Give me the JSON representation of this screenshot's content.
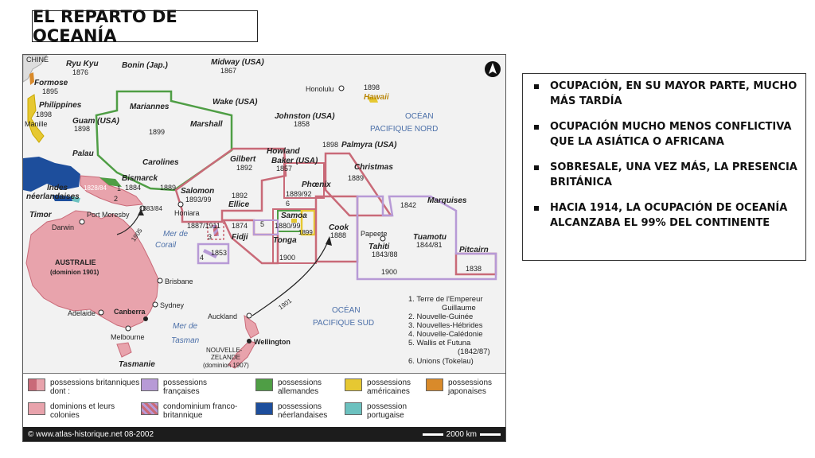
{
  "slide": {
    "title": "EL REPARTO DE OCEANÍA",
    "bullets": [
      "OCUPACIÓN, EN SU MAYOR PARTE, MUCHO MÁS TARDÍA",
      "OCUPACIÓN MUCHO MENOS CONFLICTIVA QUE LA ASIÁTICA O AFRICANA",
      "SOBRESALE, UNA VEZ MÁS, LA PRESENCIA BRITÁNICA",
      "HACIA 1914, LA OCUPACIÓN DE OCEANÍA ALCANZABA EL 99% DEL CONTINENTE"
    ]
  },
  "map": {
    "colors": {
      "sea": "#f2f2f2",
      "british": "#c96a78",
      "dominion": "#e8a3ac",
      "french": "#b79ad6",
      "german": "#4f9e45",
      "american": "#e6c832",
      "japanese": "#d98a2a",
      "dutch": "#1d4e9c",
      "portuguese": "#6cc1bf",
      "text_sea": "#4b6fa8"
    },
    "labels": {
      "chine": "CHINE",
      "ryukyu": "Ryu Kyu",
      "ryukyu_year": "1876",
      "bonin": "Bonin (Jap.)",
      "midway": "Midway (USA)",
      "midway_year": "1867",
      "formose": "Formose",
      "formose_year": "1895",
      "philippines": "Philippines",
      "philippines_year": "1898",
      "manille": "Manille",
      "guam": "Guam (USA)",
      "guam_year": "1898",
      "mariannes": "Mariannes",
      "wake": "Wake (USA)",
      "honolulu": "Honolulu",
      "hawaii_year": "1898",
      "hawaii": "Hawaii",
      "johnston": "Johnston (USA)",
      "johnston_year": "1858",
      "ocean_north": "OCÉAN",
      "pacific_north": "PACIFIQUE NORD",
      "year_1899": "1899",
      "marshall": "Marshall",
      "palau": "Palau",
      "carolines": "Carolines",
      "year_1898b": "1898",
      "palmyra": "Palmyra (USA)",
      "howland": "Howland",
      "baker": "Baker (USA)",
      "baker_year": "1857",
      "gilbert": "Gilbert",
      "gilbert_year": "1892",
      "christmas": "Christmas",
      "christmas_year": "1889",
      "bismarck": "Bismarck",
      "bismarck_year": "1884",
      "indes": "Indes",
      "neerlandaises": "néerlandaises",
      "ng_years": "1828/84",
      "num1": "1",
      "num2": "2",
      "year_1889": "1889",
      "salomon": "Salomon",
      "salomon_years": "1893/99",
      "phoenix": "Phœnix",
      "phoenix_years": "1889/92",
      "num6": "6",
      "ellice_year": "1892",
      "ellice": "Ellice",
      "marquises": "Marquises",
      "year_1842": "1842",
      "timor": "Timor",
      "port_moresby": "Port Moresby",
      "pm_year": "1883/84",
      "honiara": "Honiara",
      "samoa": "Samoa",
      "samoa_years": "1880/99",
      "cook": "Cook",
      "cook_year": "1888",
      "year_1899b": "1899",
      "darwin": "Darwin",
      "nh_years": "1887/1911",
      "fidji_year": "1874",
      "fidji": "Fidji",
      "num3": "3",
      "num5": "5",
      "tonga": "Tonga",
      "papeete": "Papeete",
      "tahiti": "Tahiti",
      "tahiti_years": "1843/88",
      "tuamotu": "Tuamotu",
      "tuamotu_years": "1844/81",
      "pitcairn": "Pitcairn",
      "year_1905": "1905",
      "mer_corail_1": "Mer de",
      "mer_corail_2": "Corail",
      "num4": "4",
      "nc_year": "1853",
      "tonga_year": "1900",
      "french_poly_year": "1900",
      "pitcairn_year": "1838",
      "australie": "AUSTRALIE",
      "dominion_1901": "(dominion 1901)",
      "brisbane": "Brisbane",
      "year_1901": "1901",
      "sydney": "Sydney",
      "canberra": "Canberra",
      "adelaide": "Adelaide",
      "auckland": "Auckland",
      "ocean_south": "OCÉAN",
      "pacific_south": "PACIFIQUE SUD",
      "melbourne": "Melbourne",
      "mer_tasman_1": "Mer de",
      "mer_tasman_2": "Tasman",
      "wellington": "Wellington",
      "nz1": "NOUVELLE-",
      "nz2": "ZELANDE",
      "nz_dominion": "(dominion 1907)",
      "tasmanie": "Tasmanie"
    },
    "notes": [
      "1. Terre de l'Empereur",
      "Guillaume",
      "2. Nouvelle-Guinée",
      "3. Nouvelles-Hébrides",
      "4. Nouvelle-Calédonie",
      "5. Wallis et Futuna",
      "(1842/87)",
      "6. Unions (Tokelau)"
    ],
    "legend": {
      "british": "possessions britanniques dont :",
      "french": "possessions françaises",
      "german": "possessions allemandes",
      "american": "possessions américaines",
      "japanese": "possessions japonaises",
      "dominions": "dominions et leurs colonies",
      "condominium": "condominium franco-britannique",
      "dutch": "possessions néerlandaises",
      "portuguese": "possession portugaise"
    },
    "footer": {
      "credit": "© www.atlas-historique.net 08-2002",
      "scale": "2000 km"
    },
    "north_icon": "north-arrow-icon"
  }
}
